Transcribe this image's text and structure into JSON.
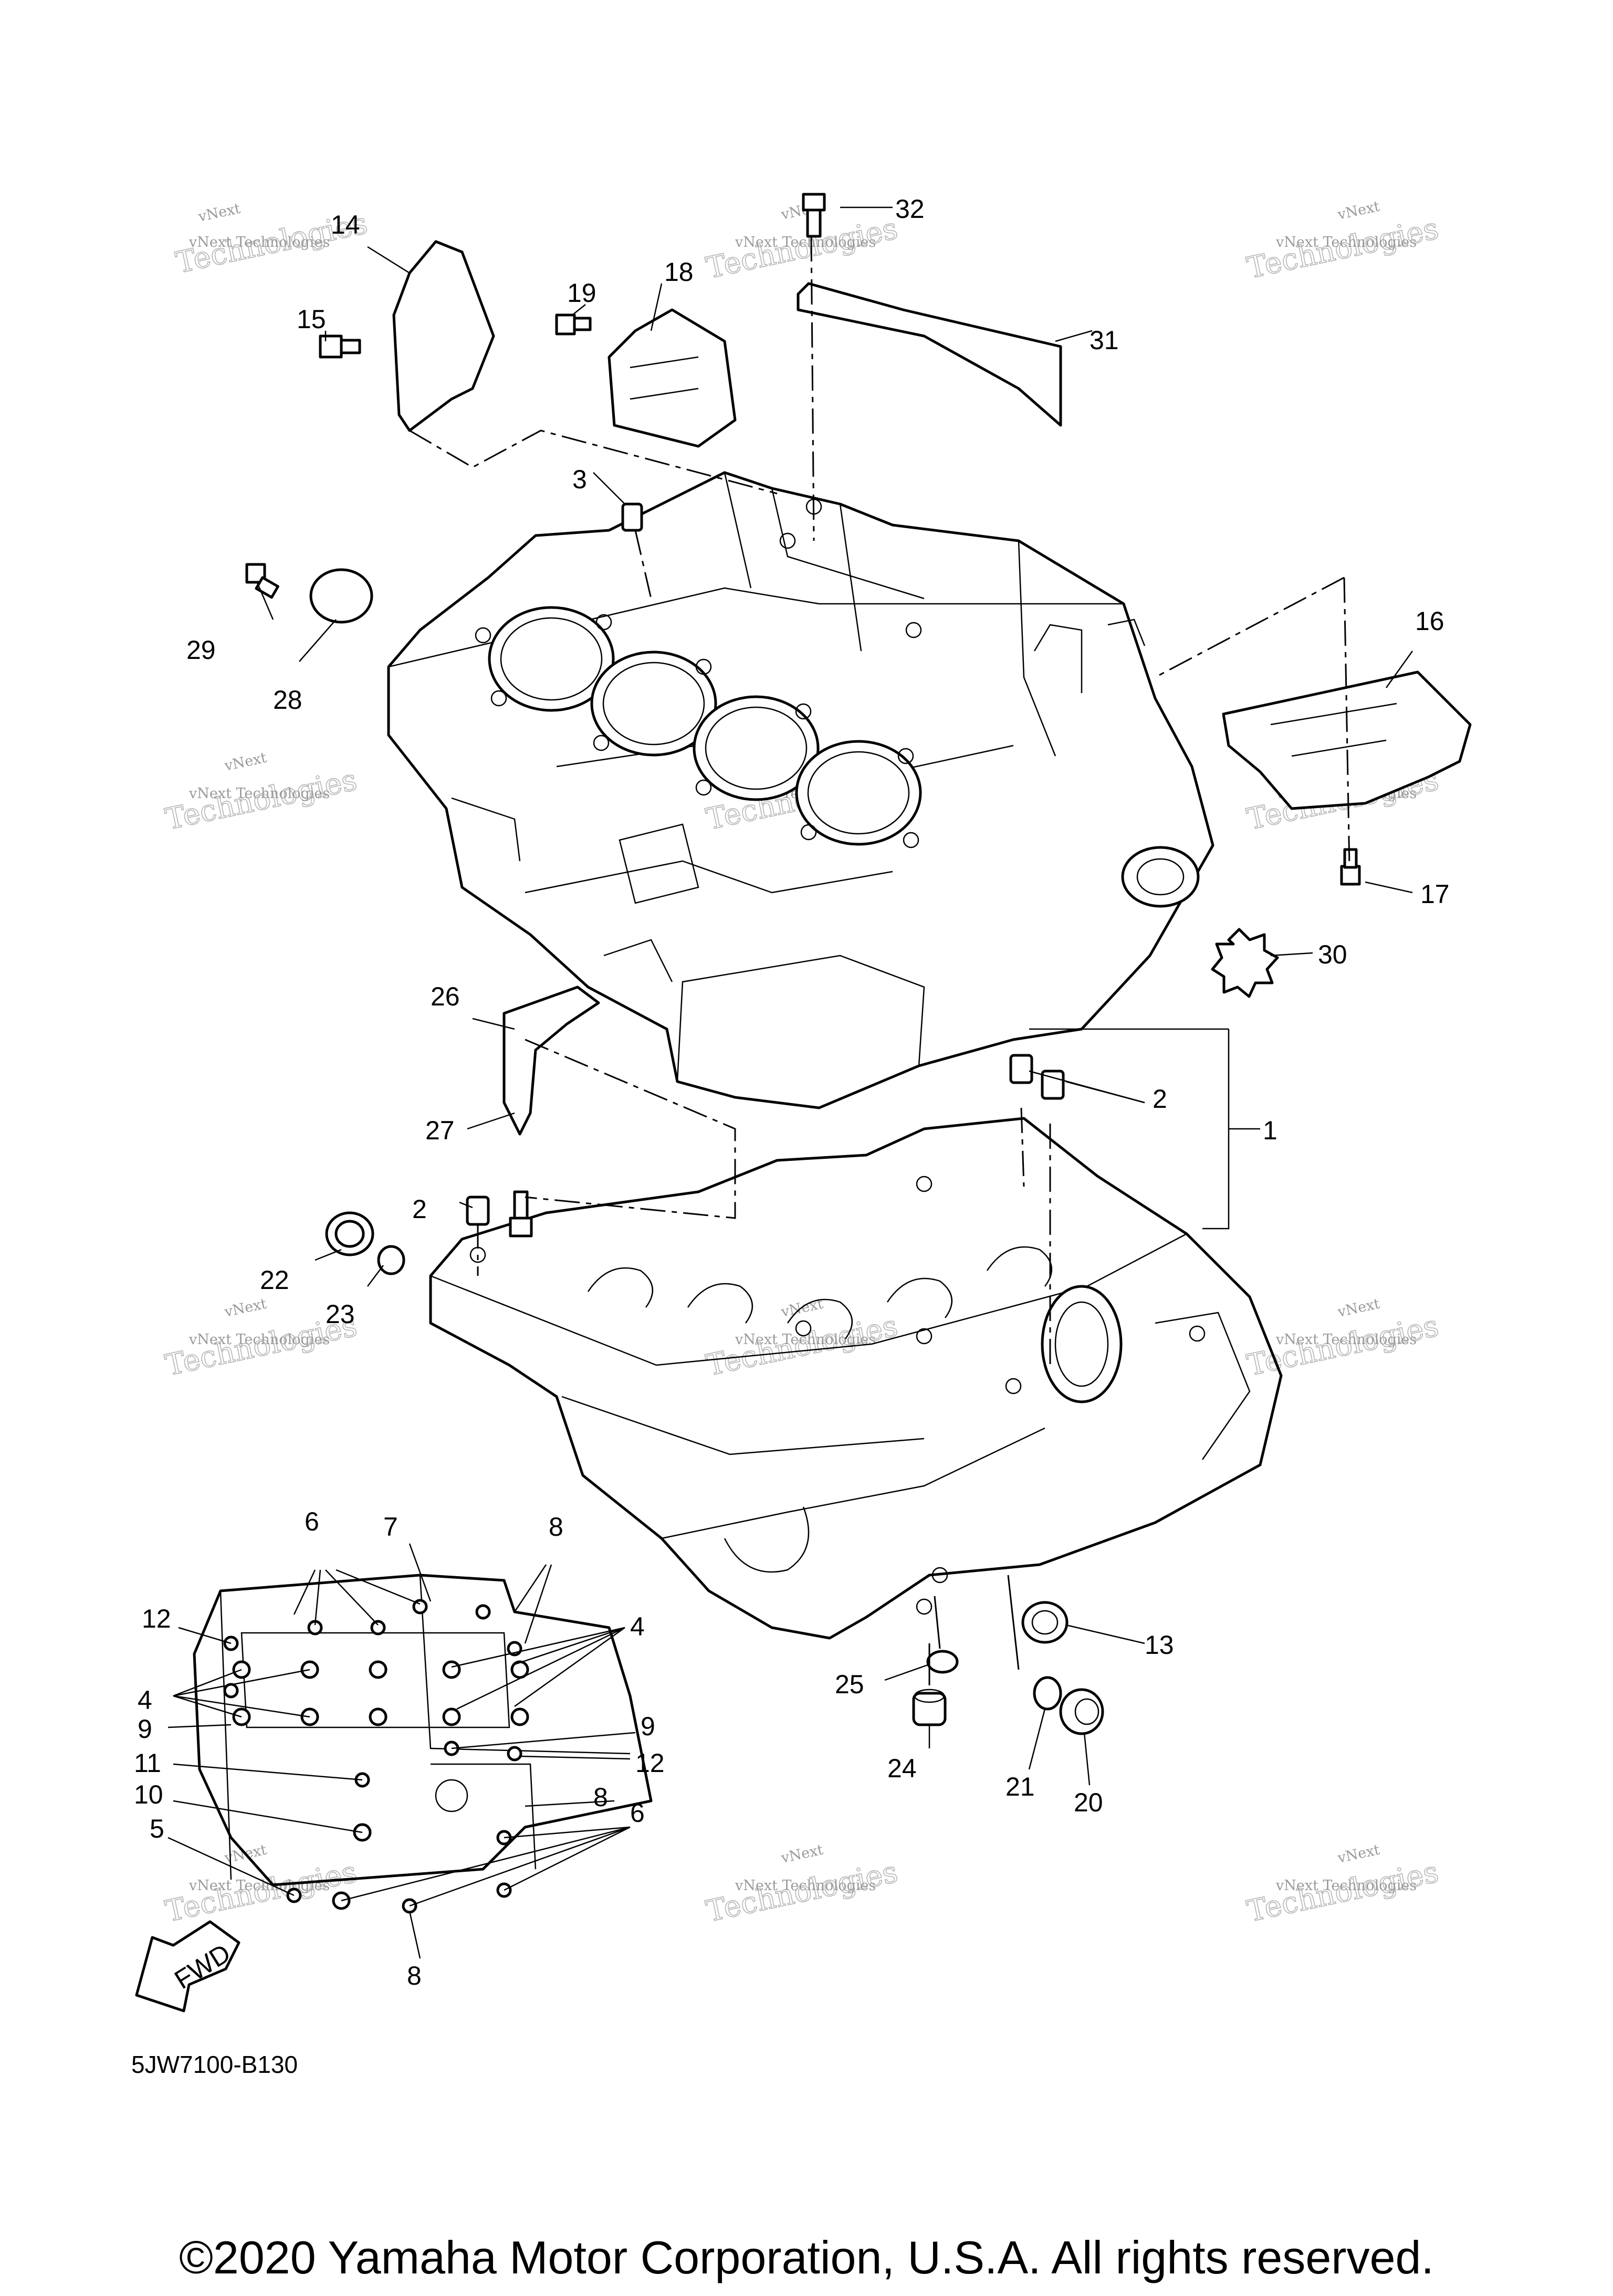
{
  "diagram_code": "5JW7100-B130",
  "copyright": "©2020 Yamaha Motor Corporation, U.S.A. All rights reserved.",
  "watermark": {
    "line1": "vNext",
    "line2": "vNext Technologies",
    "line3": "Technologies"
  },
  "fwd_label": "FWD",
  "callouts": {
    "p1": "1",
    "p2a": "2",
    "p2b": "2",
    "p3": "3",
    "p4a": "4",
    "p4b": "4",
    "p5": "5",
    "p6a": "6",
    "p6b": "6",
    "p7": "7",
    "p8a": "8",
    "p8b": "8",
    "p8c": "8",
    "p9a": "9",
    "p9b": "9",
    "p10": "10",
    "p11": "11",
    "p12a": "12",
    "p12b": "12",
    "p13": "13",
    "p14": "14",
    "p15": "15",
    "p16": "16",
    "p17": "17",
    "p18": "18",
    "p19": "19",
    "p20": "20",
    "p21": "21",
    "p22": "22",
    "p23": "23",
    "p24": "24",
    "p25": "25",
    "p26": "26",
    "p27": "27",
    "p28": "28",
    "p29": "29",
    "p30": "30",
    "p31": "31",
    "p32": "32"
  }
}
